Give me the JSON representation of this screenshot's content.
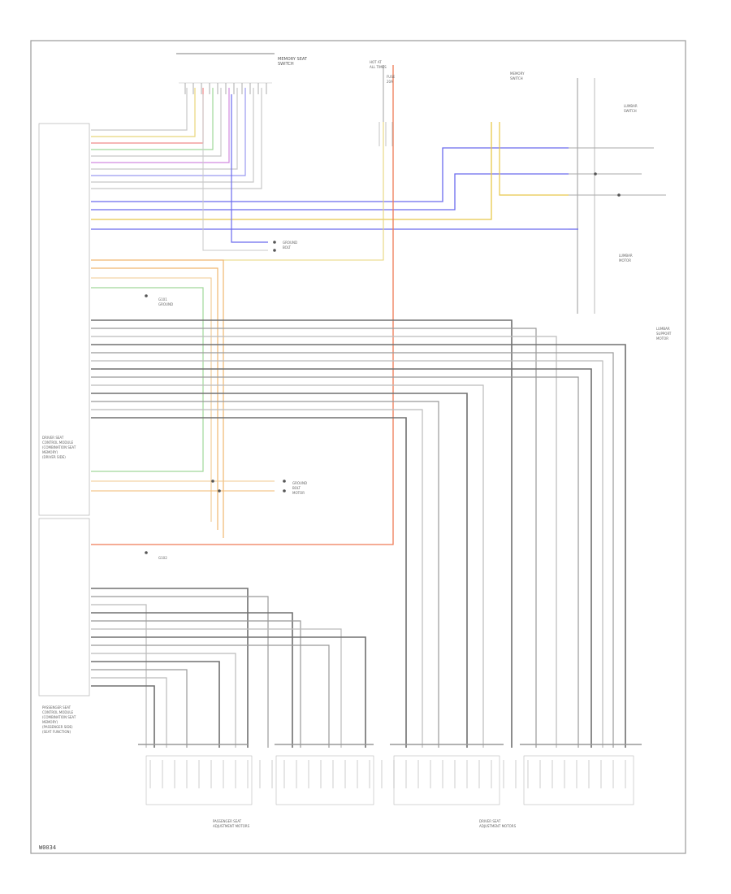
{
  "page_code": "W0034",
  "labels": {
    "left_module": "DRIVER SEAT\nCONTROL MODULE\n(COMBINATION SEAT\nMEMORY)\n(DRIVER SIDE)",
    "left_bottom_module": "PASSENGER SEAT\nCONTROL MODULE\n(COMBINATION SEAT\nMEMORY)\n(PASSENGER SIDE)\n(SEAT FUNCTION)",
    "left_seat_bottom": "PASSENGER SEAT\nADJUSTMENT MOTORS",
    "right_seat_bottom": "DRIVER SEAT\nADJUSTMENT MOTORS",
    "top_connector": "MEMORY SEAT\nSWITCH",
    "fuse_block": "HOT AT\nALL TIMES",
    "fuse_label": "FUSE\n20A",
    "top_right_switch": "MEMORY\nSWITCH",
    "right_upper_switch": "LUMBAR\nSWITCH",
    "right_lower_switch": "LUMBAR\nMOTOR",
    "right_side_label": "LUMBAR\nSUPPORT\nMOTOR",
    "ground_note_1": "GROUND\nBOLT",
    "ground_note_2": "GROUND\nBOLT\nMOTOR",
    "ground_note_3": "G101\nGROUND",
    "ground_note_4": "G102"
  }
}
